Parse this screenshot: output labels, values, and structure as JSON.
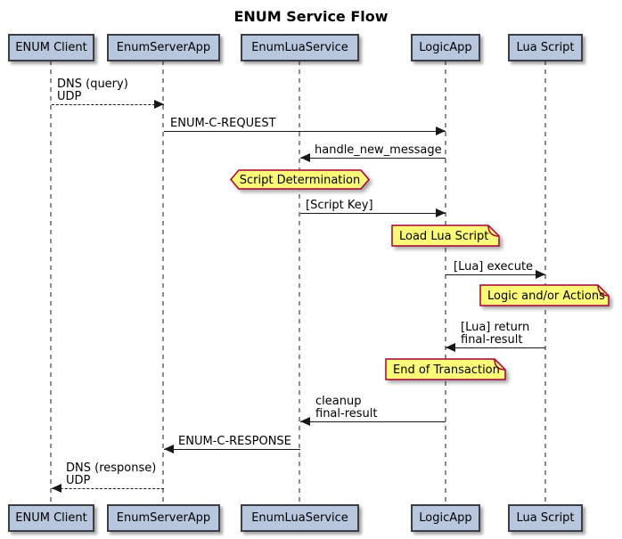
{
  "title": "ENUM Service Flow",
  "participants": [
    {
      "label": "ENUM Client"
    },
    {
      "label": "EnumServerApp"
    },
    {
      "label": "EnumLuaService"
    },
    {
      "label": "LogicApp"
    },
    {
      "label": "Lua Script"
    }
  ],
  "messages": [
    {
      "label": "DNS (query)\nUDP",
      "from": "ENUM Client",
      "to": "EnumServerApp",
      "line": "dashed"
    },
    {
      "label": "ENUM-C-REQUEST",
      "from": "EnumServerApp",
      "to": "LogicApp",
      "line": "solid"
    },
    {
      "label": "handle_new_message",
      "from": "LogicApp",
      "to": "EnumLuaService",
      "line": "solid"
    },
    {
      "label": "[Script Key]",
      "from": "EnumLuaService",
      "to": "LogicApp",
      "line": "solid"
    },
    {
      "label": "[Lua] execute",
      "from": "LogicApp",
      "to": "Lua Script",
      "line": "solid"
    },
    {
      "label": "[Lua] return\nfinal-result",
      "from": "Lua Script",
      "to": "LogicApp",
      "line": "solid"
    },
    {
      "label": "cleanup\nfinal-result",
      "from": "LogicApp",
      "to": "EnumLuaService",
      "line": "solid"
    },
    {
      "label": "ENUM-C-RESPONSE",
      "from": "EnumLuaService",
      "to": "EnumServerApp",
      "line": "solid"
    },
    {
      "label": "DNS (response)\nUDP",
      "from": "EnumServerApp",
      "to": "ENUM Client",
      "line": "dashed"
    }
  ],
  "hexnote": {
    "label": "Script Determination",
    "over": "EnumLuaService"
  },
  "notes": [
    {
      "label": "Load Lua Script"
    },
    {
      "label": "Logic and/or Actions"
    },
    {
      "label": "End of Transaction"
    }
  ],
  "colors": {
    "participant_fill": "#B8C7DE",
    "participant_border": "#3A3E46",
    "note_fill": "#FBFB77",
    "note_border": "#A80036",
    "lifeline": "#8C8C8C",
    "arrow": "#181818",
    "background": "#FFFFFF"
  }
}
